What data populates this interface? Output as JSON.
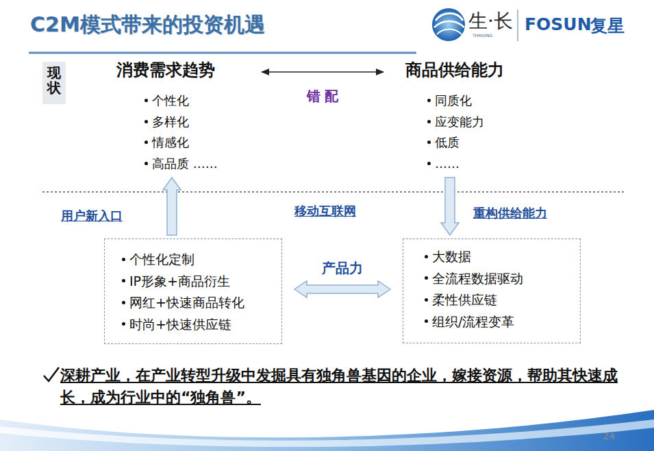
{
  "diagram": {
    "title": "C2M模式带来的投资机遇",
    "nodes": [
      {
        "text": [
          "现状"
        ]
      },
      {
        "text": [
          "消费需求趋势",
          "个性化",
          "多样化",
          "情感化",
          "高品质 ……"
        ]
      },
      {
        "text": [
          "商品供给能力",
          "同质化",
          "应变能力",
          "低质",
          "……"
        ]
      },
      {
        "text": [
          "用户新入口",
          "个性化定制",
          "IP形象+商品衍生",
          "网红+快速商品转化",
          "时尚+快速供应链"
        ]
      },
      {
        "text": [
          "重构供给能力",
          "大数据",
          "全流程数据驱动",
          "柔性供应链",
          "组织/流程变革"
        ]
      }
    ],
    "edges": [
      {
        "from": 1,
        "to": 2,
        "label": "错 配",
        "arrow": "both"
      },
      {
        "from": 3,
        "to": 1,
        "arrow": "to"
      },
      {
        "from": 2,
        "to": 4,
        "arrow": "to"
      },
      {
        "from": 3,
        "to": 4,
        "label": "产品力",
        "arrow": "both"
      }
    ],
    "labels": [
      "生·长",
      "THRIVING",
      "FOSUN",
      "复星",
      "移动互联网",
      "深耕产业，在产业转型升级中发掘具有独角兽基因的企业，嫁接资源，帮助其快速成长，成为行业中的“独角兽”。",
      "24"
    ]
  }
}
